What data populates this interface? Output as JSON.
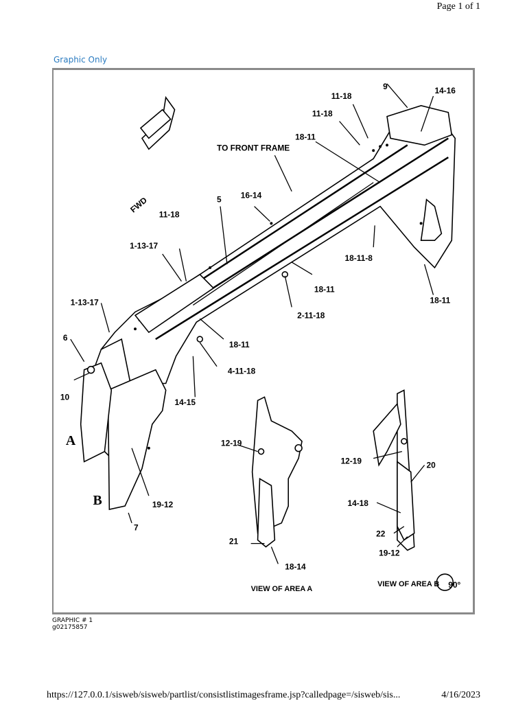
{
  "header": {
    "page_number": "Page 1 of 1"
  },
  "section_label": "Graphic Only",
  "graphic": {
    "fwd_arrow_label": "FWD",
    "to_front_frame": "TO FRONT FRAME",
    "view_a_title": "VIEW OF AREA A",
    "view_b_title": "VIEW OF AREA B",
    "rotation_label": "90°",
    "area_a": "A",
    "area_b": "B",
    "callouts": {
      "c_9": "9",
      "c_14_16": "14-16",
      "c_11_18_top": "11-18",
      "c_11_18_second": "11-18",
      "c_18_11_top": "18-11",
      "c_5": "5",
      "c_16_14": "16-14",
      "c_11_18_mid": "11-18",
      "c_1_13_17_upper": "1-13-17",
      "c_1_13_17_lower": "1-13-17",
      "c_18_11_8": "18-11-8",
      "c_18_11_right": "18-11",
      "c_18_11_center": "18-11",
      "c_2_11_18": "2-11-18",
      "c_18_11_lower": "18-11",
      "c_4_11_18": "4-11-18",
      "c_6": "6",
      "c_10": "10",
      "c_14_15": "14-15",
      "c_19_12_main": "19-12",
      "c_7": "7",
      "c_12_19_a": "12-19",
      "c_21": "21",
      "c_18_14": "18-14",
      "c_12_19_b": "12-19",
      "c_20": "20",
      "c_14_18": "14-18",
      "c_22": "22",
      "c_19_12_b": "19-12"
    }
  },
  "caption": {
    "line1": "GRAPHIC # 1",
    "line2": "g02175857"
  },
  "footer": {
    "url": "https://127.0.0.1/sisweb/sisweb/partlist/consistlistimagesframe.jsp?calledpage=/sisweb/sis...",
    "date": "4/16/2023"
  }
}
